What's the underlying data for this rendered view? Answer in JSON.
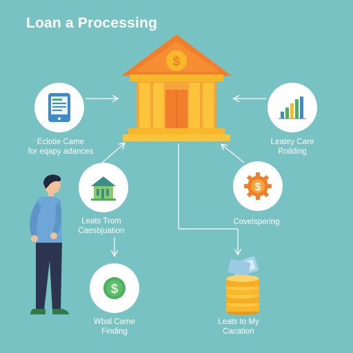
{
  "title": "Loan a Processing",
  "colors": {
    "background": "#79c2c4",
    "bank_orange": "#f07e2a",
    "bank_yellow": "#f8b82a",
    "node_white": "#ffffff",
    "arrow_white": "#ffffff",
    "person_shirt": "#6fa6d8",
    "person_pants": "#2c3550",
    "person_shoes": "#2f7a46",
    "money_green": "#4cae5e"
  },
  "bank": {
    "icon": "bank-building-icon",
    "symbol": "$"
  },
  "nodes": {
    "top_left": {
      "icon": "tablet-document-icon",
      "label_line1": "Eclotie Came",
      "label_line2": "for eqapy adances"
    },
    "top_right": {
      "icon": "bar-chart-icon",
      "label_line1": "Leatey Care",
      "label_line2": "Roilding"
    },
    "middle_left": {
      "icon": "house-icon",
      "label_line1": "Leats Trom",
      "label_line2": "Caesbjuation"
    },
    "middle_right": {
      "icon": "dollar-gear-icon",
      "symbol": "$",
      "label_line1": "Covelspering"
    },
    "bottom_left": {
      "icon": "dollar-coin-icon",
      "symbol": "$",
      "label_line1": "Wbal Came",
      "label_line2": "Finding"
    },
    "bottom_right": {
      "icon": "coin-stack-icon",
      "label_line1": "Leats to My",
      "label_line2": "Cacation"
    }
  },
  "person": {
    "icon": "person-figure-icon"
  }
}
